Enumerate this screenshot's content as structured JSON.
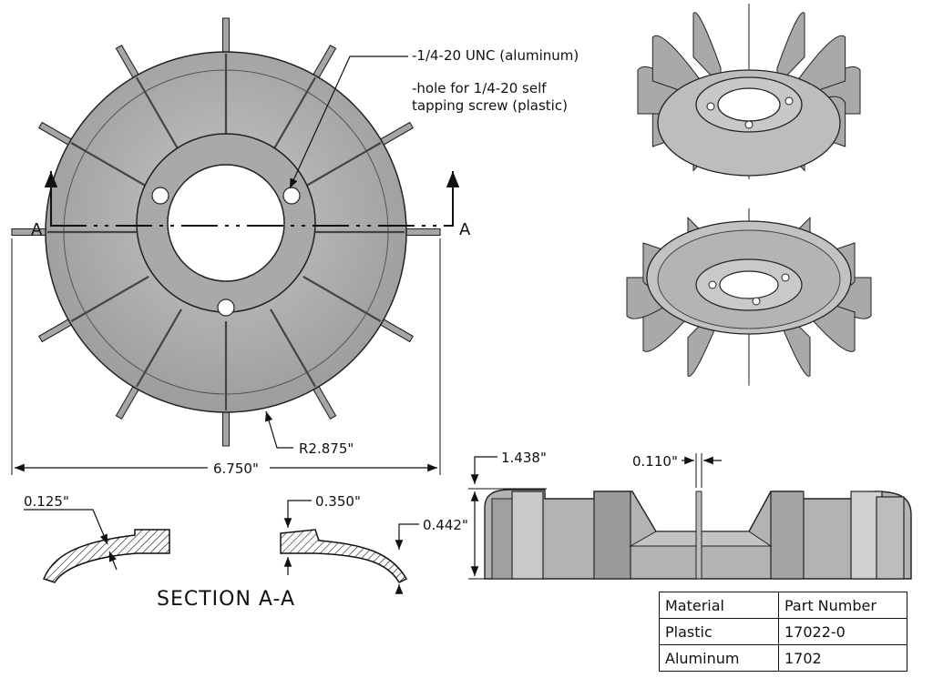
{
  "callouts": {
    "thread": "-1/4-20 UNC (aluminum)",
    "hole_line1": "-hole for 1/4-20 self",
    "hole_line2": "tapping screw (plastic)",
    "radius": "R2.875\"",
    "diameter": "6.750\"",
    "section_mark_left": "A",
    "section_mark_right": "A",
    "wall": "0.125\"",
    "hub_thick": "0.350\"",
    "rim_height": "0.442\"",
    "height": "1.438\"",
    "blade_thick": "0.110\""
  },
  "section_title": "SECTION A-A",
  "parts_table": {
    "header": [
      "Material",
      "Part Number"
    ],
    "rows": [
      [
        "Plastic",
        "17022-0"
      ],
      [
        "Aluminum",
        "1702"
      ]
    ]
  },
  "colors": {
    "body": "#b9b9b9",
    "body_dark": "#8e8e8e",
    "line": "#111111"
  }
}
